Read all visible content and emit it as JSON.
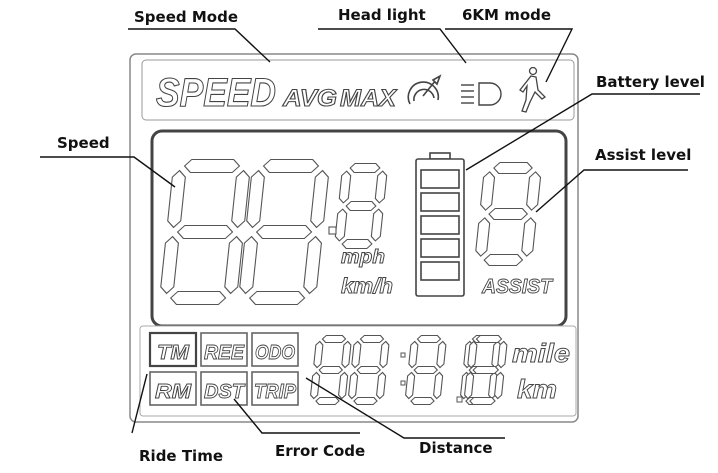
{
  "callouts": {
    "speed_mode": "Speed Mode",
    "head_light": "Head light",
    "six_km_mode": "6KM mode",
    "battery_level": "Battery level",
    "speed": "Speed",
    "assist_level": "Assist level",
    "ride_time": "Ride Time",
    "error_code": "Error Code",
    "distance": "Distance"
  },
  "lcd": {
    "speed_word": "SPEED",
    "avg": "AVG",
    "max": "MAX",
    "unit_mph": "mph",
    "unit_kmh": "km/h",
    "assist_word": "ASSIST",
    "mode_tm": "TM",
    "mode_ree": "REE",
    "mode_odo": "ODO",
    "mode_rm": "RM",
    "mode_dst": "DST",
    "mode_trip": "TRIP",
    "unit_mile": "mile",
    "unit_km": "km"
  },
  "colors": {
    "outline": "#555555",
    "text": "#111111"
  },
  "icons": [
    "speedometer-icon",
    "headlight-icon",
    "walking-person-icon",
    "battery-icon"
  ]
}
